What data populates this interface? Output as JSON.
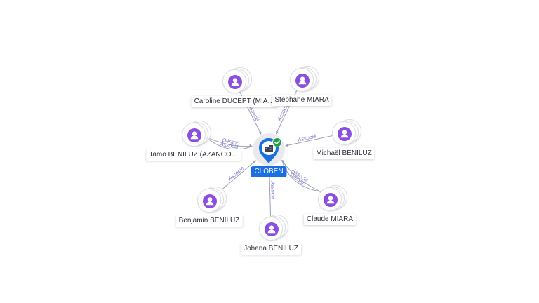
{
  "center": {
    "label": "CLOBEN",
    "icon": "company-building-icon",
    "status": "active-check-icon",
    "color": "#1b6fe0"
  },
  "nodes": [
    {
      "name": "Caroline DUCEPT (MIA…",
      "relations": [
        "Associé"
      ]
    },
    {
      "name": "Stéphane MIARA",
      "relations": [
        "Associé"
      ]
    },
    {
      "name": "Tamo BENILUZ (AZANCO…",
      "relations": [
        "Gérant",
        "Associé"
      ]
    },
    {
      "name": "Michaël BENILUZ",
      "relations": [
        "Associé"
      ]
    },
    {
      "name": "Benjamin BENILUZ",
      "relations": [
        "Associé"
      ]
    },
    {
      "name": "Claude MIARA",
      "relations": [
        "Gérant",
        "Associé"
      ]
    },
    {
      "name": "Johana BENILUZ",
      "relations": [
        "Associé"
      ]
    }
  ],
  "colors": {
    "person": "#8a4ee0",
    "edge": "#9aa0b4",
    "edge_label": "#7a74c9"
  }
}
